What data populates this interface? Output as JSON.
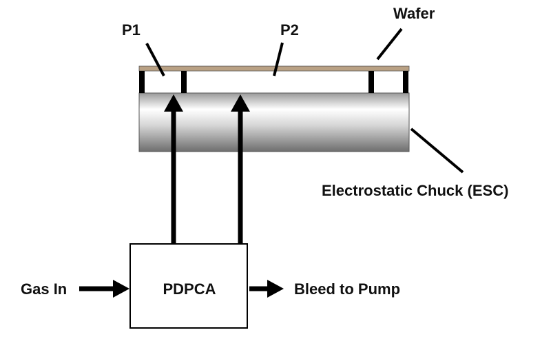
{
  "labels": {
    "wafer": "Wafer",
    "p1": "P1",
    "p2": "P2",
    "esc": "Electrostatic Chuck (ESC)",
    "controller": "PDPCA",
    "gas_in": "Gas In",
    "bleed": "Bleed to Pump"
  },
  "colors": {
    "wafer": "#b9a184",
    "line": "#000000",
    "chuck_light": "#ffffff",
    "chuck_dark": "#7a7a7a",
    "background": "#ffffff"
  }
}
